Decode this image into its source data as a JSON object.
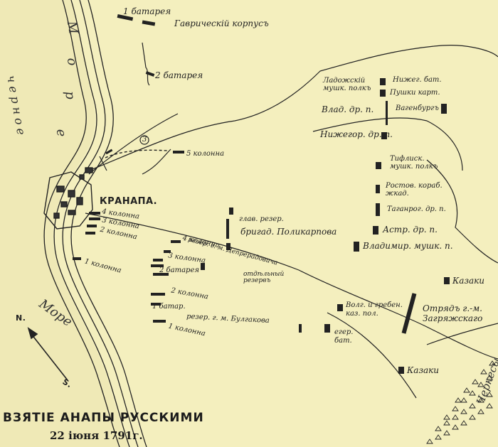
{
  "title": "ВЗЯТІЕ АНАПЫ РУССКИМИ",
  "date": "22 іюня 1791г.",
  "sea": {
    "upper": [
      "М",
      "о",
      "р",
      "е"
    ],
    "side": "ч е р н о е",
    "lower": "Море"
  },
  "compass": {
    "north": "N.",
    "south": "S."
  },
  "fortress": "КРАНАПА.",
  "labels": {
    "batt1_top": "1 батарея",
    "corps": "Гаврическій корпусъ",
    "batt2_top": "2 батарея",
    "col5": "5 колонна",
    "mark3": "3",
    "col4_left": "4 колонна",
    "col3_left": "3 колонна",
    "col2_left": "2 колонна",
    "col1_left": "1 колонна",
    "col4": "4 колонна",
    "reserve_dep": "резер. г. м. Депрерадовича",
    "col3": "3 колонна",
    "detach_reserve": "отдѣльный резервъ",
    "batt2": "2 батарея",
    "col2": "2 колонна",
    "batt1": "1 батар.",
    "reserve_bulg": "резер. г. м. Булгакова",
    "col1": "1 колонна",
    "main_reserve": "глав. резер.",
    "brig_polikarpov": "бригад. Поликарпова",
    "ladoga": "Ладожскій мушк. полкъ",
    "nizh_bat": "Нижег. бат.",
    "guns": "Пушки карт.",
    "vlad_dr": "Влад. др. п.",
    "wagenburg": "Вагенбургъ",
    "nizhgor_dr": "Нижегор. др. п.",
    "tiflis": "Тифлиск. мушк. полкъ",
    "rostov": "Ростов. кораб. жкад.",
    "taganrog": "Таганрог. др. п.",
    "astr": "Астр. др. п.",
    "vladim": "Владимир. мушк. п.",
    "kazaki1": "Казаки",
    "kazaki2": "Казаки",
    "volga": "Волг. и гребен. каз. пол.",
    "egerbat": "егер. бат.",
    "zagr": "Отрядъ г.-м. Загряжскаго",
    "cherkesy": "Черкесы"
  },
  "colors": {
    "paper": "#f4efbe",
    "ink": "#222222"
  },
  "icons": [
    "north-arrow-icon",
    "redoubt-icon"
  ]
}
